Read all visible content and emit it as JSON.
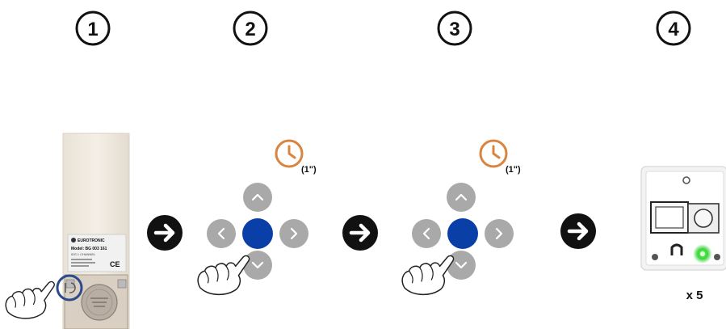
{
  "steps": [
    {
      "number": "1"
    },
    {
      "number": "2",
      "duration": "(1\")"
    },
    {
      "number": "3",
      "duration": "(1\")"
    },
    {
      "number": "4",
      "repeat": "x 5"
    }
  ],
  "device_label": {
    "brand": "EUROTRONIC",
    "model": "Model: BG 003 161",
    "channel": "IDS 1 CHANNEL",
    "ce_mark": "CE"
  },
  "colors": {
    "arrow": "#111111",
    "clock": "#d9843f",
    "center_button": "#0b3fa8",
    "nav_button": "#a9a9a9",
    "highlight_ring": "#2a4a8c",
    "led": "#39d43a"
  },
  "icons": [
    "pointing-hand-icon",
    "clock-icon",
    "arrow-right-icon",
    "chevron-up-icon",
    "chevron-down-icon",
    "chevron-left-icon",
    "chevron-right-icon"
  ]
}
